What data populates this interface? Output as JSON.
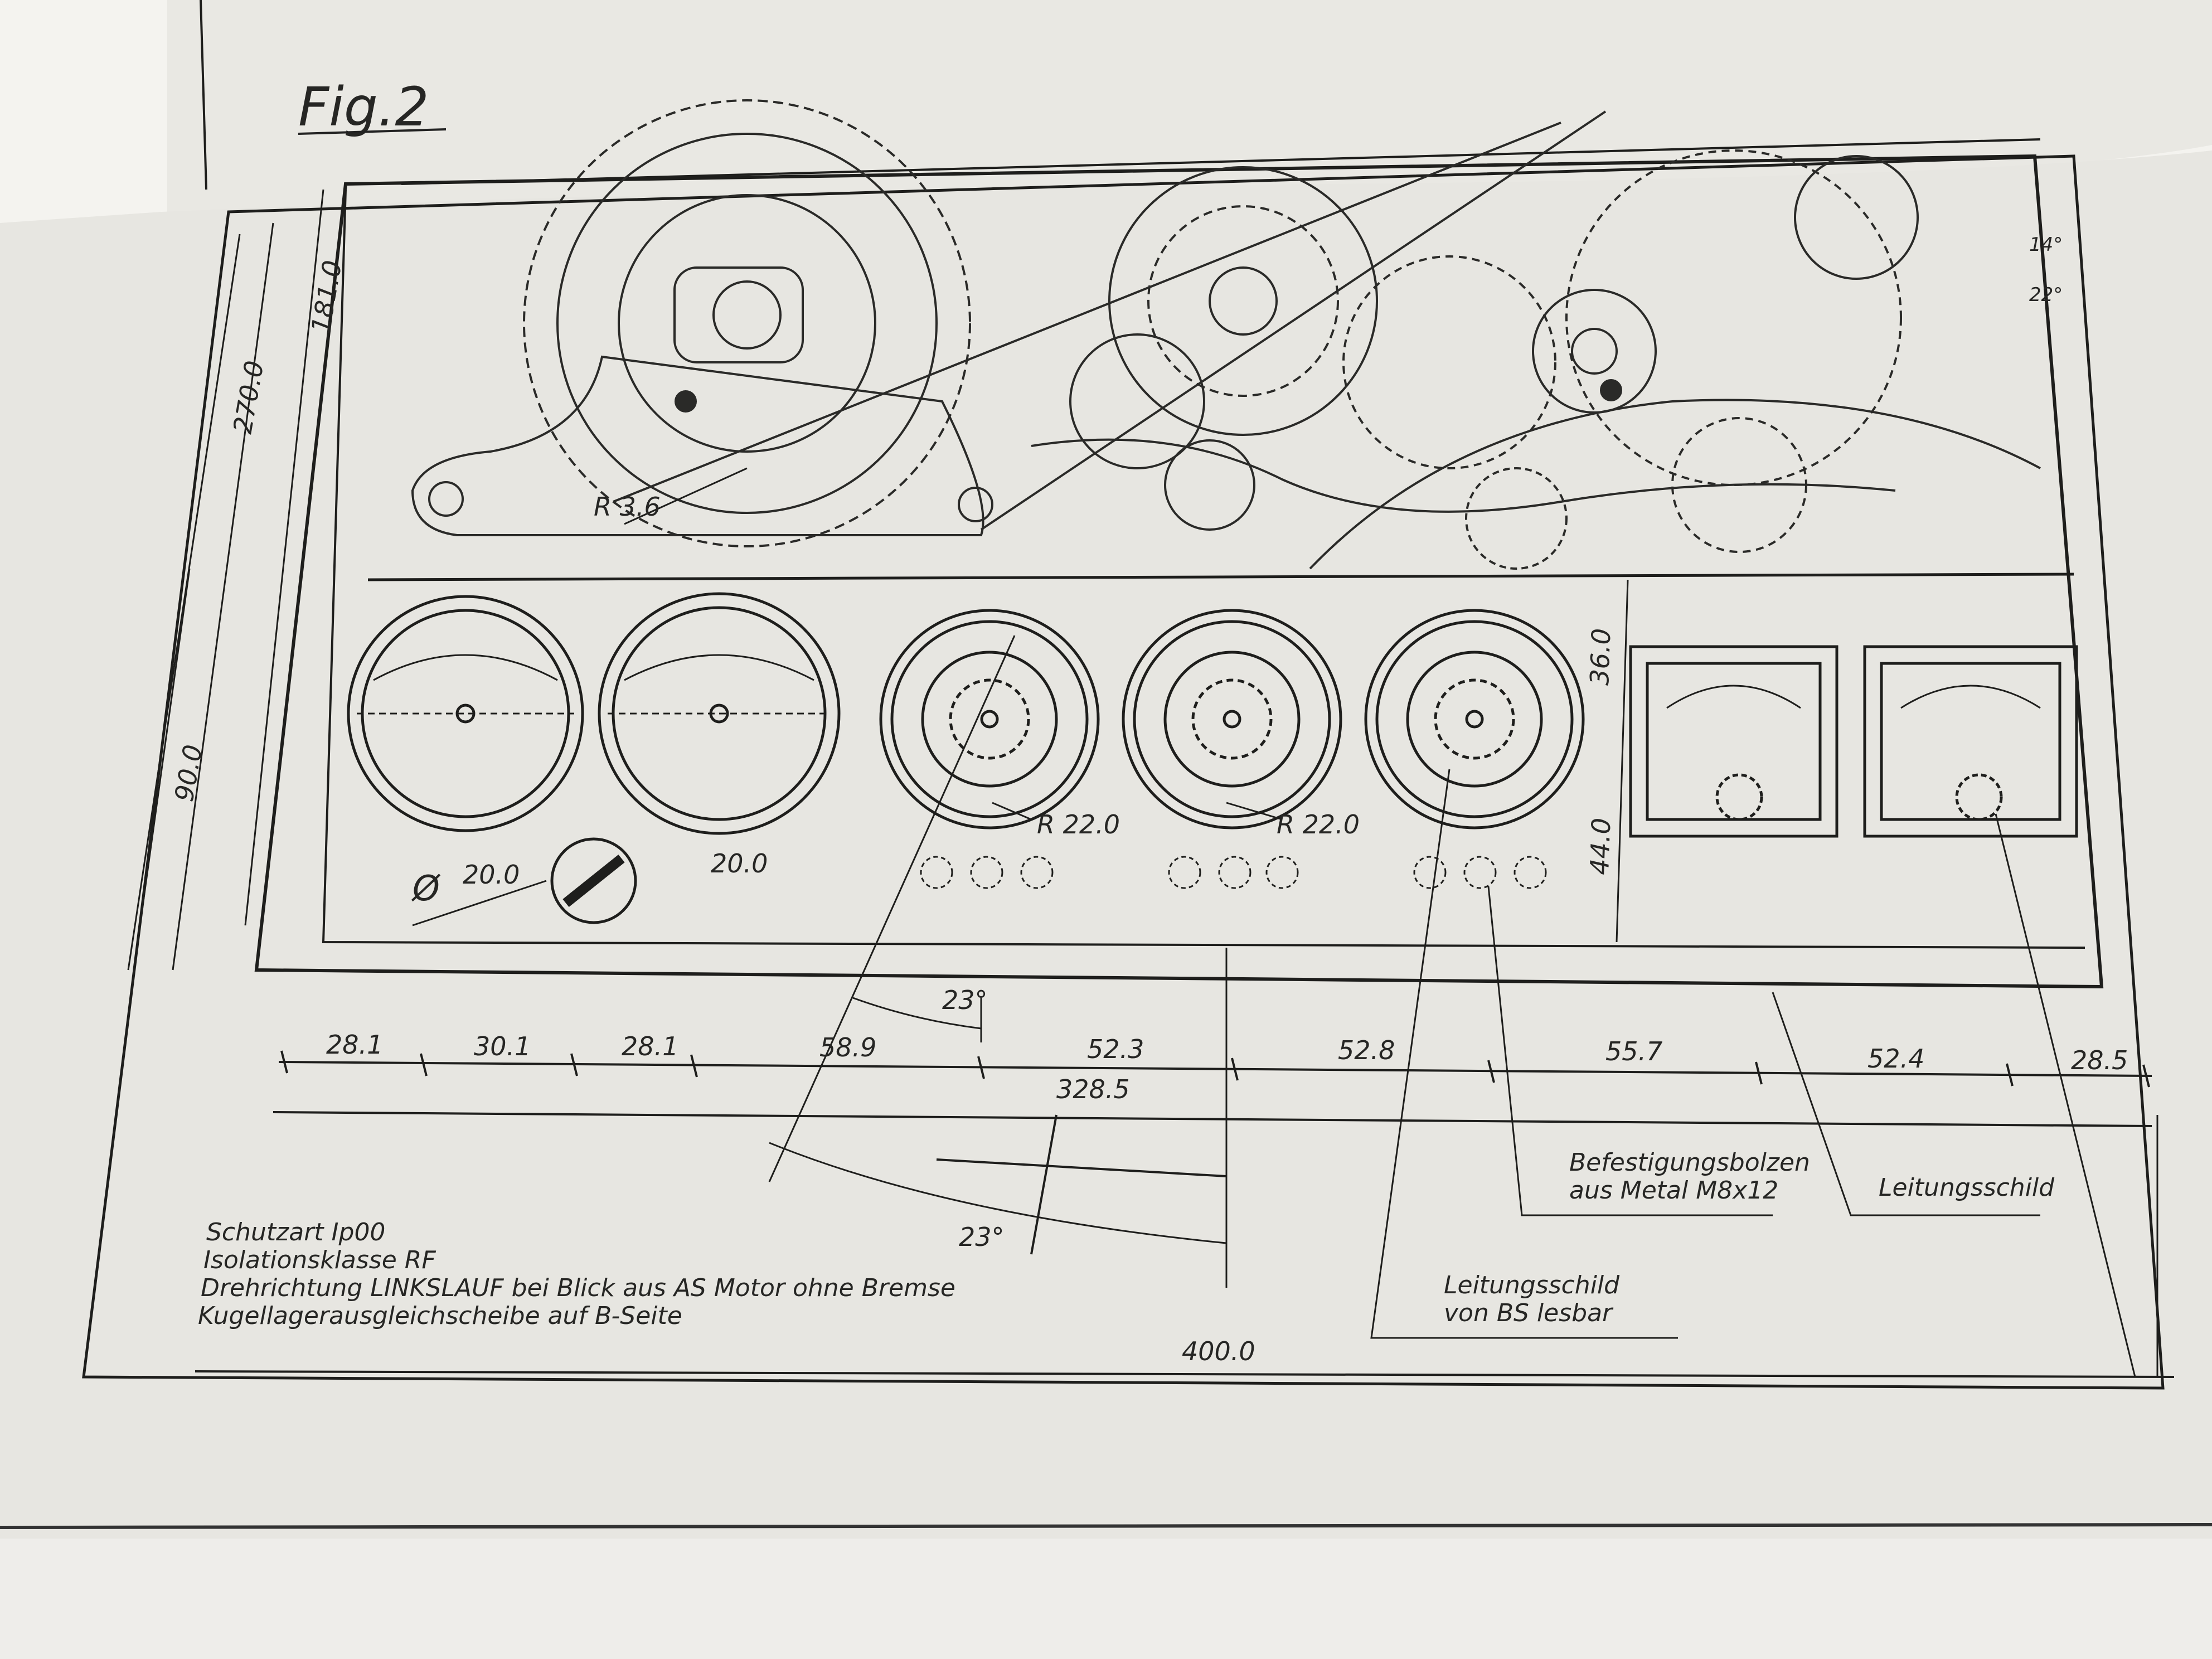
{
  "figure": {
    "label": "Fig.2"
  },
  "drawing": {
    "radius_callouts": [
      "R 3.6",
      "R 22.0",
      "R 22.0"
    ],
    "diameter_callout": {
      "symbol": "Ø",
      "value": "20.0"
    },
    "dimensions_vertical": [
      "181.0",
      "270.0",
      "90.0",
      "36.0",
      "44.0"
    ],
    "dimensions_bottom": [
      "28.1",
      "30.1",
      "28.1",
      "58.9",
      "52.3",
      "52.8",
      "55.7",
      "52.4",
      "28.5"
    ],
    "dimension_sub_total": "328.5",
    "dimension_total": "400.0",
    "dim_inline": "20.0",
    "angles": [
      "23°",
      "23°",
      "14°",
      "22°"
    ],
    "labels": {
      "befestigung_line1": "Befestigungsbolzen",
      "befestigung_line2": "aus Metal M8x12",
      "leitungsschild": "Leitungsschild",
      "leitungsschild_bs_line1": "Leitungsschild",
      "leitungsschild_bs_line2": "von BS lesbar"
    },
    "notes": [
      "Schutzart Ip00",
      "Isolationsklasse RF",
      "Drehrichtung LINKSLAUF bei Blick aus AS Motor ohne Bremse",
      "Kugellagerausgleichscheibe auf B-Seite"
    ]
  }
}
